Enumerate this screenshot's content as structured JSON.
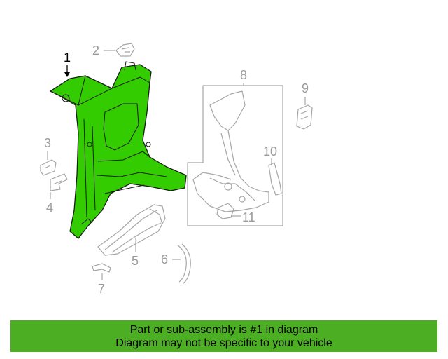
{
  "callouts": {
    "c1": "1",
    "c2": "2",
    "c3": "3",
    "c4": "4",
    "c5": "5",
    "c6": "6",
    "c7": "7",
    "c8": "8",
    "c9": "9",
    "c10": "10",
    "c11": "11"
  },
  "highlight": {
    "part_number": "1",
    "color": "#33cc00"
  },
  "banner": {
    "line1": "Part or sub-assembly is #1 in diagram",
    "line2": "Diagram may not be specific to your vehicle",
    "color": "#4caf23"
  }
}
